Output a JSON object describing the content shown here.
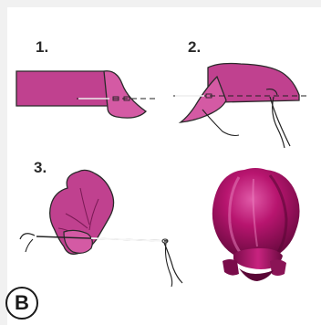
{
  "steps": [
    {
      "label": "1."
    },
    {
      "label": "2."
    },
    {
      "label": "3."
    }
  ],
  "figure_label": "B",
  "colors": {
    "fabric": "#c0418f",
    "fabric_dark": "#8a1f63",
    "fabric_light": "#d45aa4",
    "satin": "#b8156f",
    "thread": "#222222",
    "background": "#ffffff",
    "panel_bg": "#f3f3f3"
  }
}
